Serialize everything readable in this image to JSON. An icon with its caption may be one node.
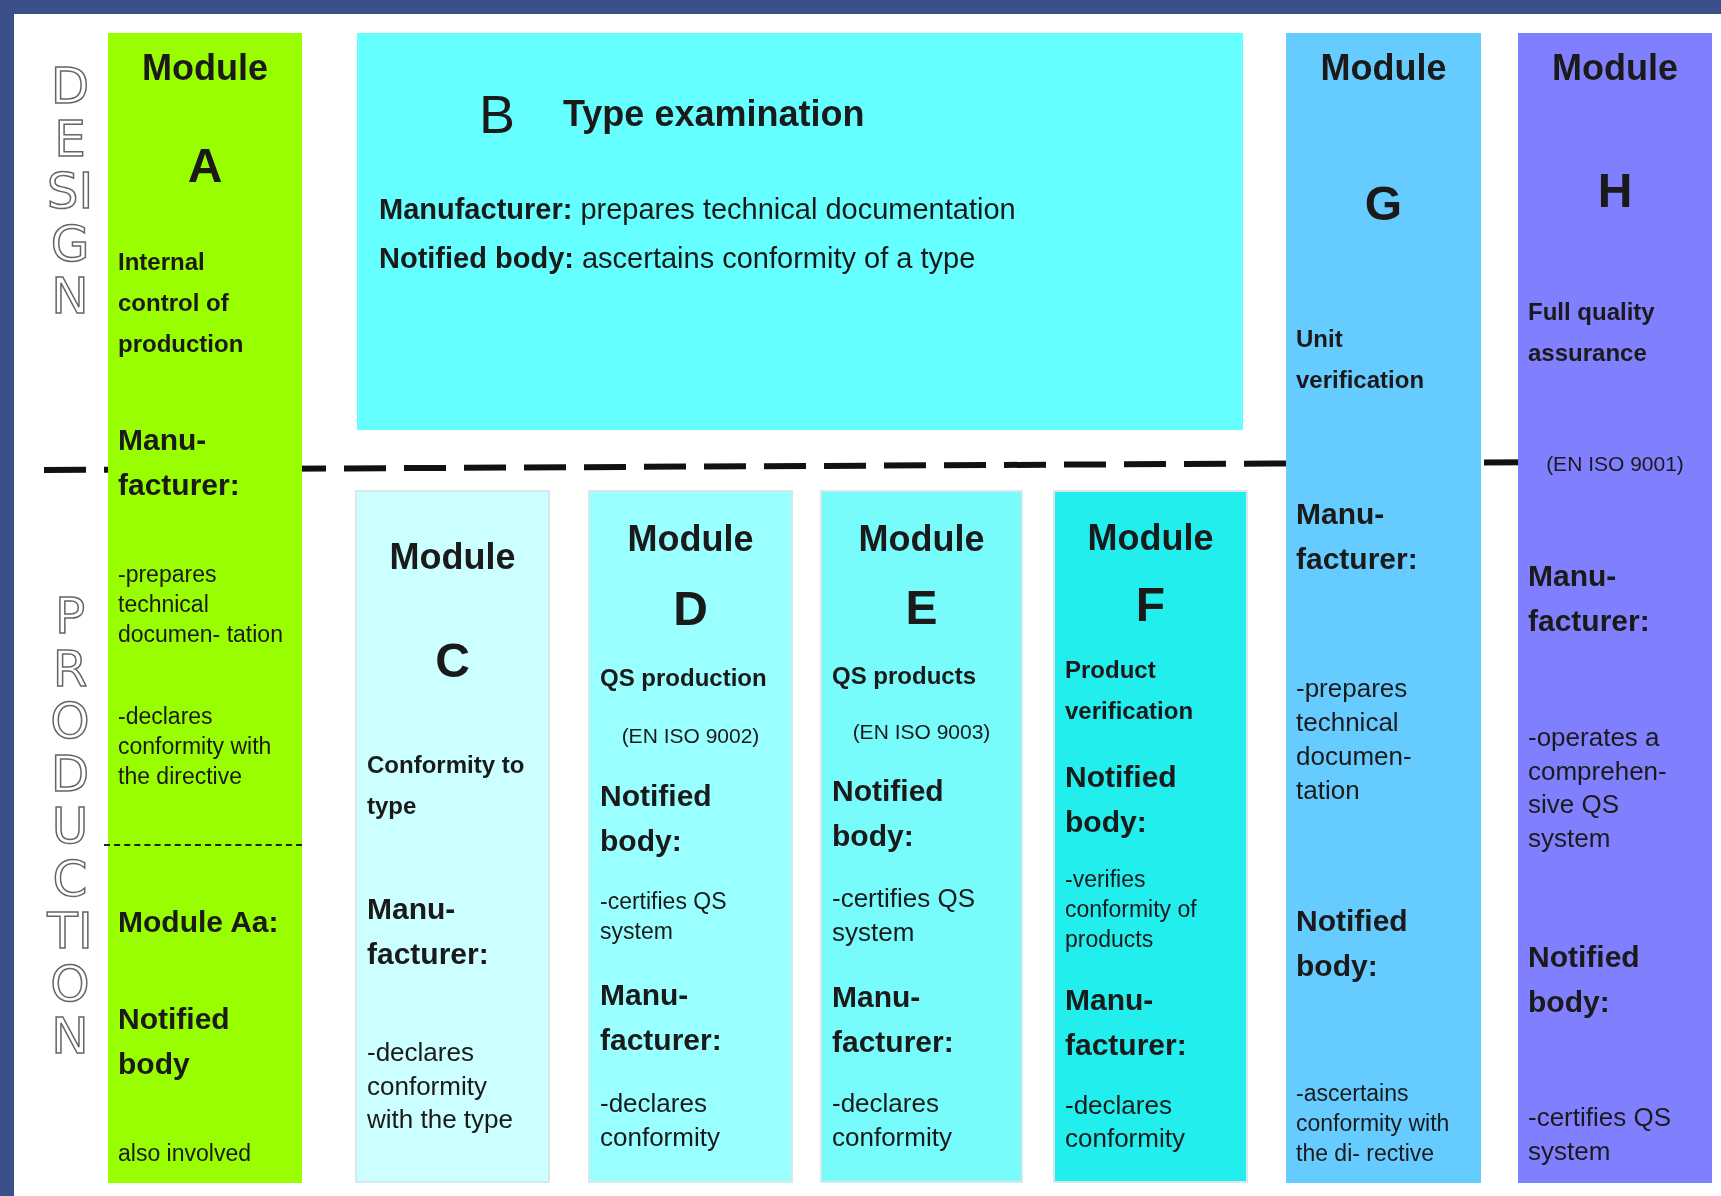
{
  "diagram": {
    "nodes": [
      {
        "text": [
          "Module",
          "A",
          "Internal control of production",
          "Manu- facturer:",
          "-prepares technical documen- tation",
          "-declares conformity with the directive",
          "Module Aa:",
          "Notified body",
          "also involved"
        ]
      },
      {
        "text": [
          "B",
          "Type examination",
          "**Manufacturer:** prepares technical documentation",
          "**Notified body:** ascertains conformity of a type"
        ]
      },
      {
        "text": [
          "Module",
          "C",
          "Conformity to type",
          "Manu- facturer:",
          "-declares conformity with the type"
        ]
      },
      {
        "text": [
          "Module",
          "D",
          "QS production",
          "(EN ISO 9002)",
          "Notified body:",
          "-certifies QS system",
          "Manu- facturer:",
          "-declares conformity"
        ]
      },
      {
        "text": [
          "Module",
          "E",
          "QS products",
          "(EN ISO 9003)",
          "Notified body:",
          "-certifies QS system",
          "Manu- facturer:",
          "-declares conformity"
        ]
      },
      {
        "text": [
          "Module",
          "F",
          "Product verification",
          "Notified body:",
          "-verifies conformity of products",
          "Manu- facturer:",
          "-declares conformity"
        ]
      },
      {
        "text": [
          "Module",
          "G",
          "Unit verification",
          "Manu- facturer:",
          "-prepares technical documen- tation",
          "Notified body:",
          "-ascertains conformity with the di- rective"
        ]
      },
      {
        "text": [
          "Module",
          "H",
          "Full quality assurance",
          "(EN ISO 9001)",
          "Manu- facturer:",
          "-operates a comprehen- sive QS system",
          "Notified body:",
          "-certifies QS system"
        ]
      }
    ],
    "edges": [],
    "labels": [
      "DESIGN",
      "PRODUCTION"
    ]
  }
}
